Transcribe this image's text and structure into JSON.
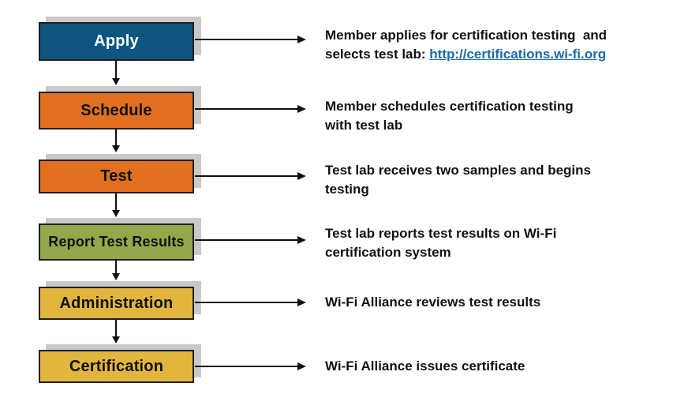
{
  "colors": {
    "link": "#1a6ba8",
    "box_blue": "#0d557e",
    "box_orange": "#e0701e",
    "box_green": "#94a74b",
    "box_gold": "#e2b63e"
  },
  "steps": [
    {
      "label": "Apply",
      "box_color": "#0d557e",
      "label_color": "#ffffff",
      "desc_line1": "Member applies for certification testing  and",
      "desc_line2": "selects test lab: ",
      "link_text": "http://certifications.wi-fi.org"
    },
    {
      "label": "Schedule",
      "box_color": "#e0701e",
      "label_color": "#111111",
      "desc_line1": "Member schedules certification testing",
      "desc_line2": "with test lab"
    },
    {
      "label": "Test",
      "box_color": "#e0701e",
      "label_color": "#111111",
      "desc_line1": "Test lab receives two samples and begins",
      "desc_line2": "testing"
    },
    {
      "label": "Report Test Results",
      "box_color": "#94a74b",
      "label_color": "#111111",
      "desc_line1": "Test lab reports test results on Wi-Fi",
      "desc_line2": "certification system"
    },
    {
      "label": "Administration",
      "box_color": "#e2b63e",
      "label_color": "#111111",
      "desc_line1": "Wi-Fi Alliance reviews test results",
      "desc_line2": ""
    },
    {
      "label": "Certification",
      "box_color": "#e2b63e",
      "label_color": "#111111",
      "desc_line1": "Wi-Fi Alliance issues certificate",
      "desc_line2": ""
    }
  ]
}
